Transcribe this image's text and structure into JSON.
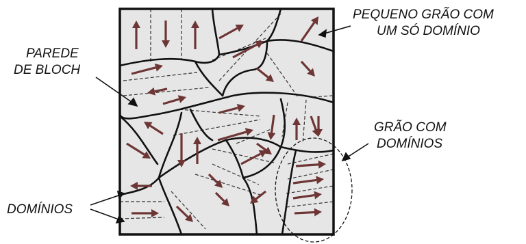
{
  "colors": {
    "grain_fill": "#e6e6e6",
    "boundary": "#111111",
    "domain_wall": "#333333",
    "arrow": "#6e3535",
    "background": "#ffffff"
  },
  "labels": {
    "small_grain": [
      "PEQUENO GRÃO COM",
      "UM SÓ DOMÍNIO"
    ],
    "bloch_wall": [
      "PAREDE",
      "DE BLOCH"
    ],
    "grain_domains": [
      "GRÃO COM",
      "DOMÍNIOS"
    ],
    "domains": [
      "DOMÍNIOS"
    ]
  }
}
